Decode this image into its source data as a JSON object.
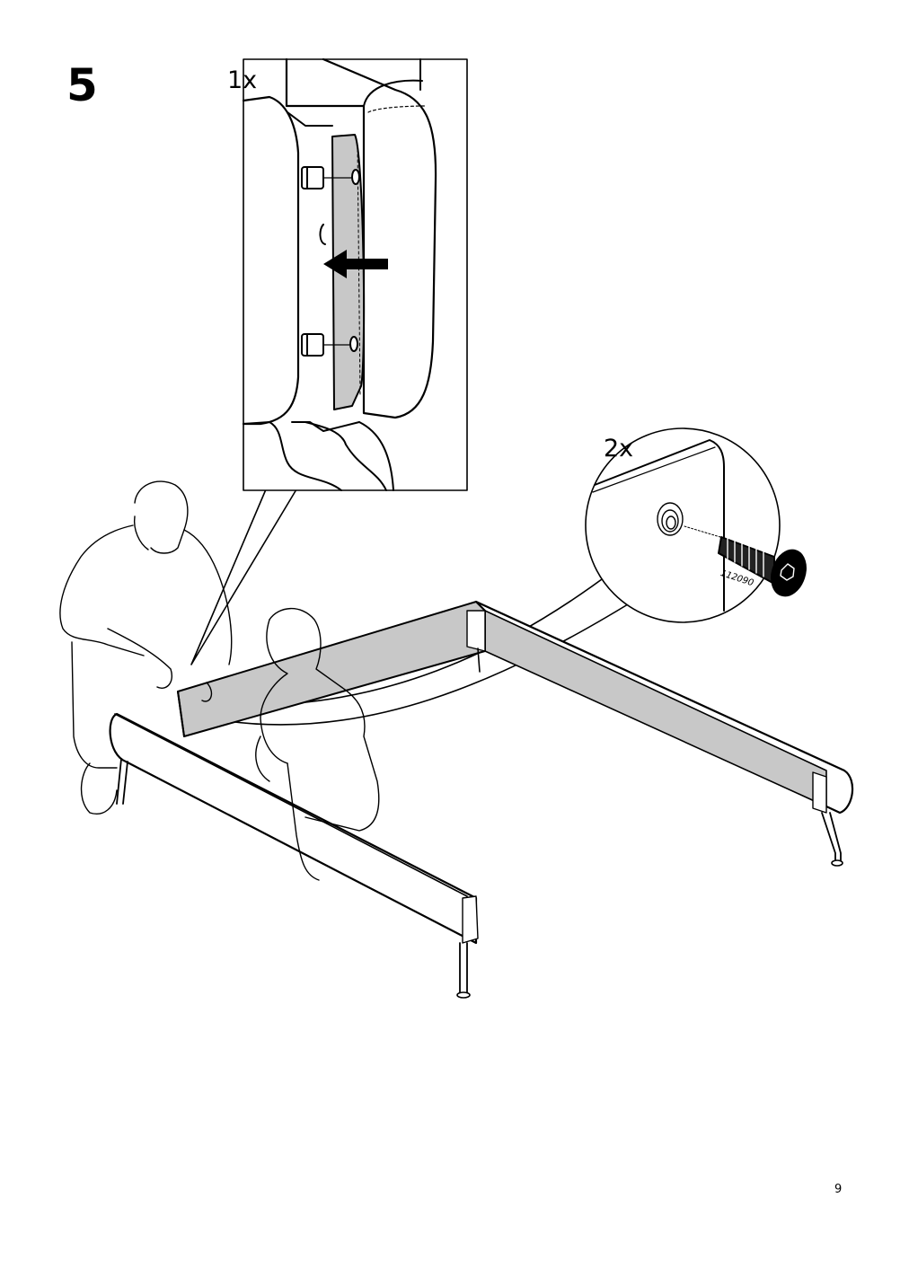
{
  "step": {
    "number": "5"
  },
  "detail_top": {
    "quantity": "1x"
  },
  "detail_screw": {
    "quantity": "2x",
    "part_number": "112090"
  },
  "page": {
    "number": "9"
  },
  "colors": {
    "line": "#000000",
    "panel_fill": "#c8c8c8",
    "background": "#ffffff"
  },
  "icons": [
    "arrow-left-icon",
    "screw-icon",
    "bolt-icon"
  ]
}
